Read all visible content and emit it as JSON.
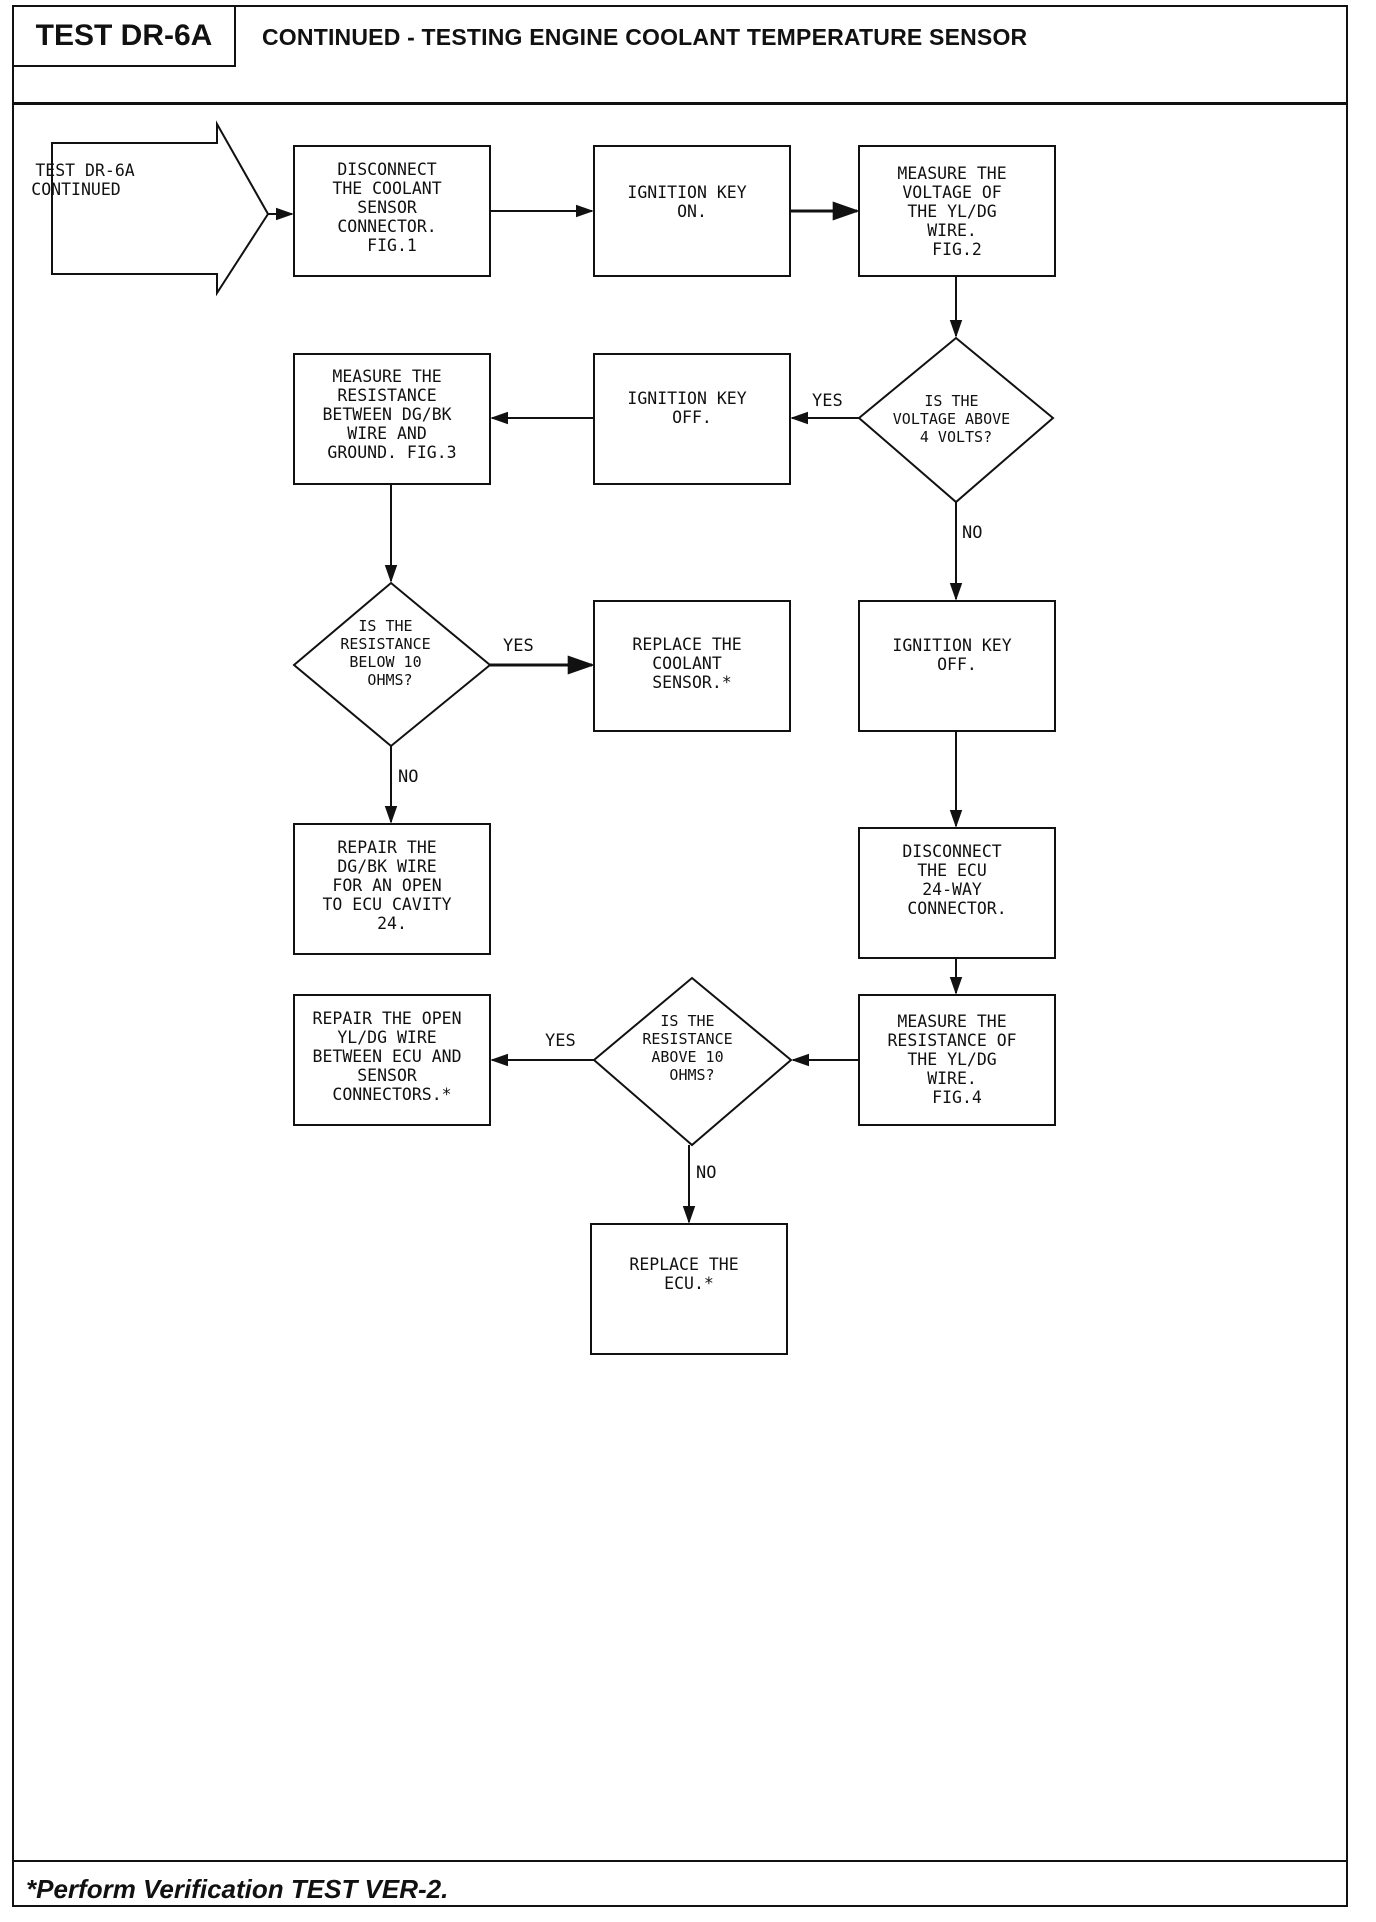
{
  "header": {
    "test_id": "TEST DR-6A",
    "title": "CONTINUED - TESTING ENGINE COOLANT TEMPERATURE SENSOR"
  },
  "footer": {
    "note": "*Perform Verification TEST VER-2."
  },
  "nodes": {
    "start": [
      "TEST DR-6A",
      "CONTINUED"
    ],
    "disconnect_sensor": [
      "DISCONNECT",
      "THE COOLANT",
      "SENSOR",
      "CONNECTOR.",
      "FIG.1"
    ],
    "ignition_on": [
      "IGNITION KEY",
      "ON."
    ],
    "measure_voltage": [
      "MEASURE THE",
      "VOLTAGE OF",
      "THE YL/DG",
      "WIRE.",
      "FIG.2"
    ],
    "voltage_decision": [
      "IS THE",
      "VOLTAGE ABOVE",
      "4 VOLTS?"
    ],
    "ignition_off_1": [
      "IGNITION KEY",
      "OFF."
    ],
    "measure_resistance_ground": [
      "MEASURE THE",
      "RESISTANCE",
      "BETWEEN DG/BK",
      "WIRE AND",
      "GROUND. FIG.3"
    ],
    "resistance_below_decision": [
      "IS THE",
      "RESISTANCE",
      "BELOW 10",
      "OHMS?"
    ],
    "replace_sensor": [
      "REPLACE THE",
      "COOLANT",
      "SENSOR.*"
    ],
    "repair_dgbk": [
      "REPAIR THE",
      "DG/BK WIRE",
      "FOR AN OPEN",
      "TO ECU CAVITY",
      "24."
    ],
    "ignition_off_2": [
      "IGNITION KEY",
      "OFF."
    ],
    "disconnect_ecu": [
      "DISCONNECT",
      "THE ECU",
      "24-WAY",
      "CONNECTOR."
    ],
    "measure_resistance_yldg": [
      "MEASURE THE",
      "RESISTANCE OF",
      "THE YL/DG",
      "WIRE.",
      "FIG.4"
    ],
    "resistance_above_decision": [
      "IS THE",
      "RESISTANCE",
      "ABOVE 10",
      "OHMS?"
    ],
    "repair_yldg": [
      "REPAIR THE OPEN",
      "YL/DG WIRE",
      "BETWEEN ECU AND",
      "SENSOR",
      "CONNECTORS.*"
    ],
    "replace_ecu": [
      "REPLACE THE",
      "ECU.*"
    ]
  },
  "edges": {
    "voltage_yes": "YES",
    "voltage_no": "NO",
    "below_yes": "YES",
    "below_no": "NO",
    "above_yes": "YES",
    "above_no": "NO"
  }
}
